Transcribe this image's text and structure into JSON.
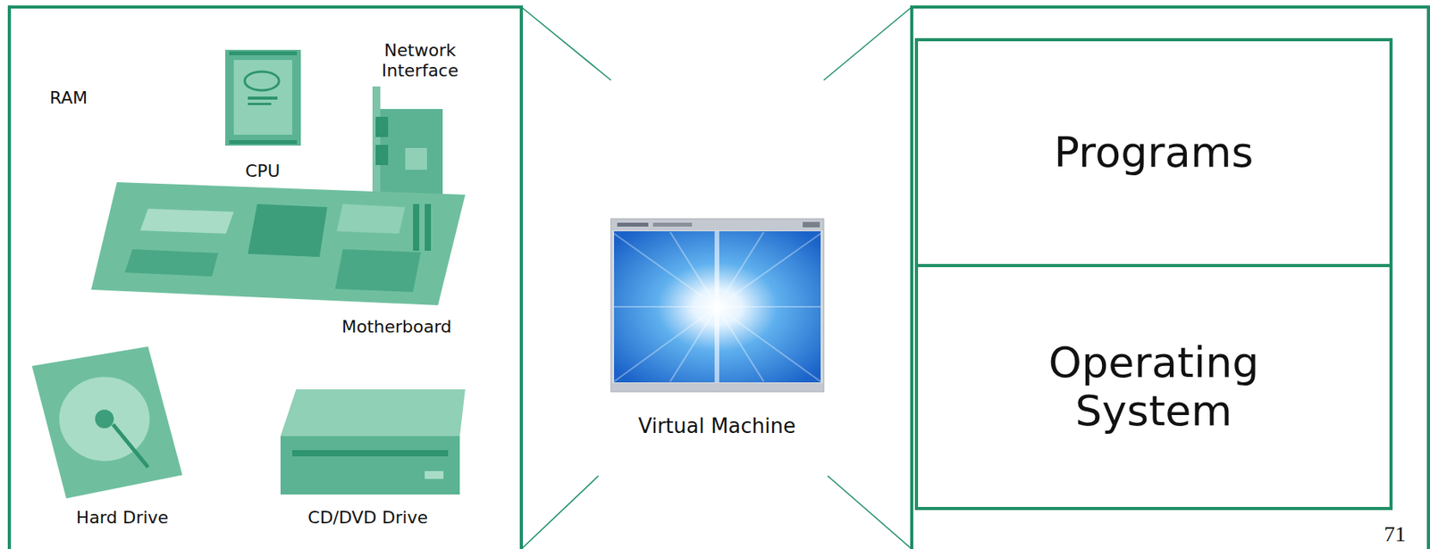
{
  "diagram": {
    "nodes": [
      {
        "text": [
          "Virtual Machine"
        ]
      },
      {
        "text": [
          "Programs"
        ]
      },
      {
        "text": [
          "Operating System"
        ]
      }
    ],
    "labels": [
      "RAM",
      "Network Interface",
      "CPU",
      "Motherboard",
      "Hard Drive",
      "CD/DVD Drive",
      "71"
    ]
  }
}
